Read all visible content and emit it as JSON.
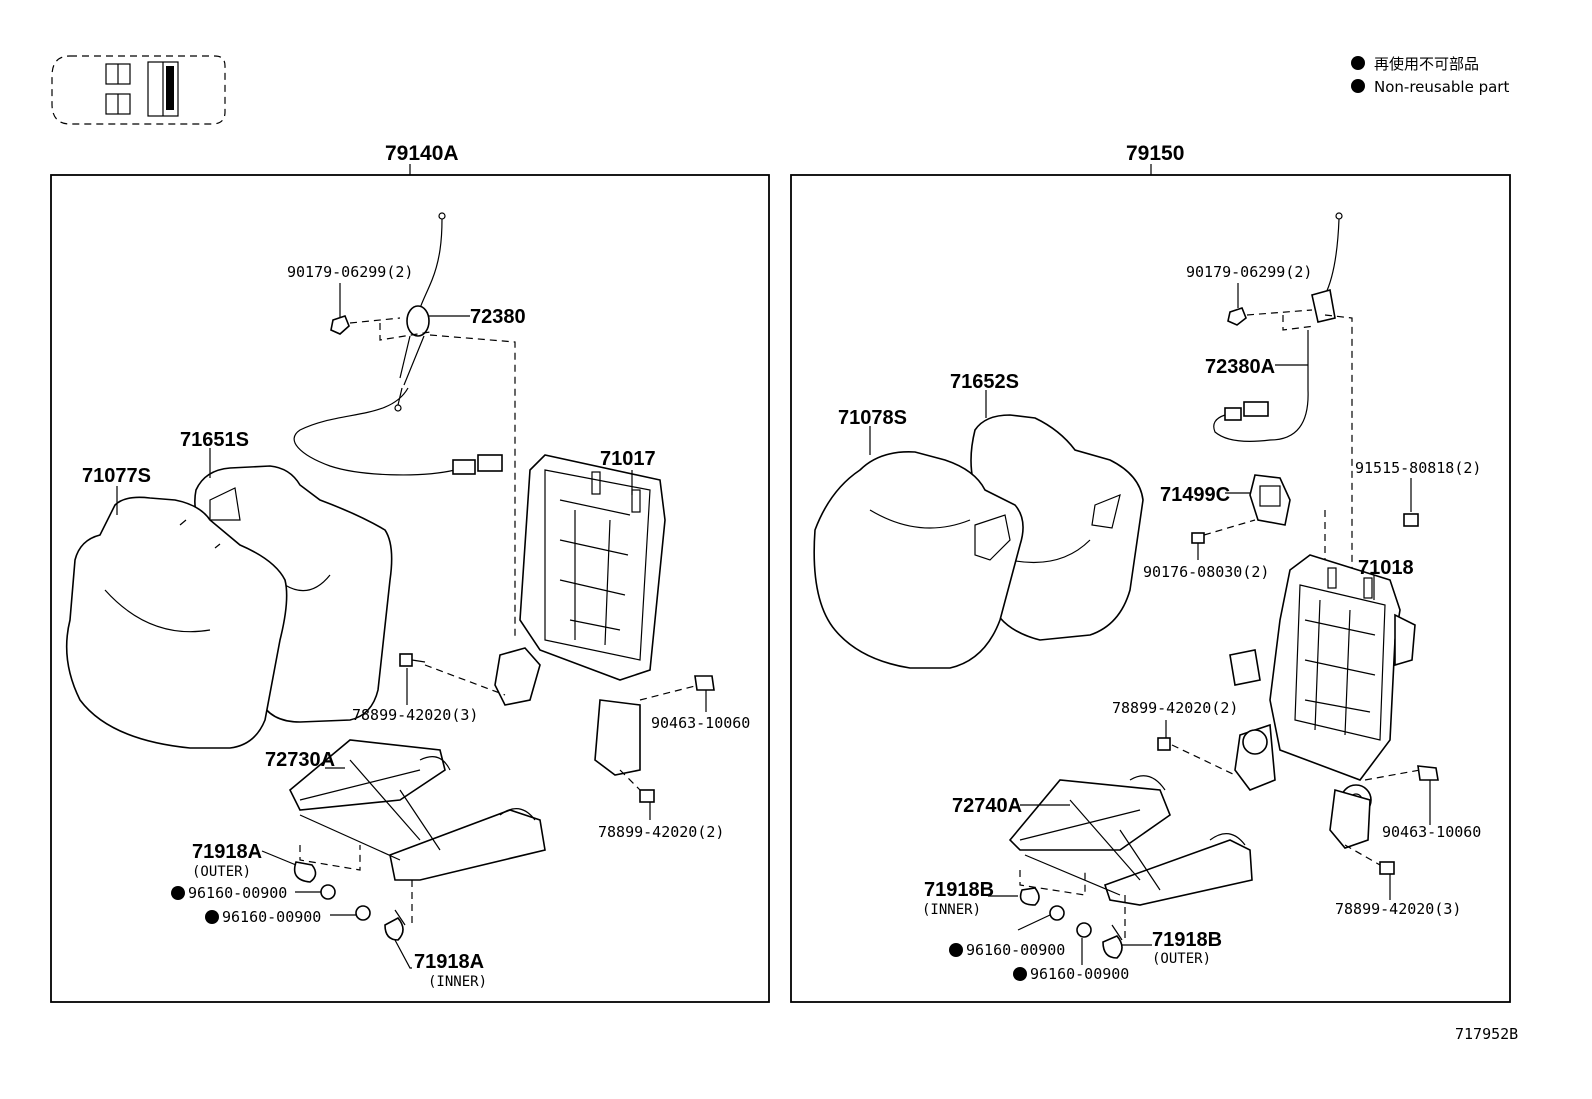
{
  "legend": {
    "items": [
      "再使用不可部品",
      "Non-reusable part"
    ]
  },
  "left_panel": {
    "title": "79140A",
    "labels": {
      "bolt_top": "90179-06299(2)",
      "cable": "72380",
      "back_frame": "71017",
      "pad": "71651S",
      "cover": "71077S",
      "bolt_mid": "78899-42020(3)",
      "pin": "90463-10060",
      "adjuster": "72730A",
      "bolt_low": "78899-42020(2)",
      "spring_outer": "71918A",
      "spring_outer_note": "(OUTER)",
      "clip_1": "96160-00900",
      "clip_2": "96160-00900",
      "spring_inner": "71918A",
      "spring_inner_note": "(INNER)"
    }
  },
  "right_panel": {
    "title": "79150",
    "labels": {
      "bolt_top": "90179-06299(2)",
      "cable": "72380A",
      "pad": "71652S",
      "cover": "71078S",
      "bolt_side": "91515-80818(2)",
      "lock": "71499C",
      "nut": "90176-08030(2)",
      "back_frame": "71018",
      "bolt_mid": "78899-42020(2)",
      "adjuster": "72740A",
      "pin": "90463-10060",
      "spring_inner": "71918B",
      "spring_inner_note": "(INNER)",
      "bolt_low": "78899-42020(3)",
      "clip_1": "96160-00900",
      "spring_outer": "71918B",
      "spring_outer_note": "(OUTER)",
      "clip_2": "96160-00900"
    }
  },
  "figure_code": "717952B"
}
